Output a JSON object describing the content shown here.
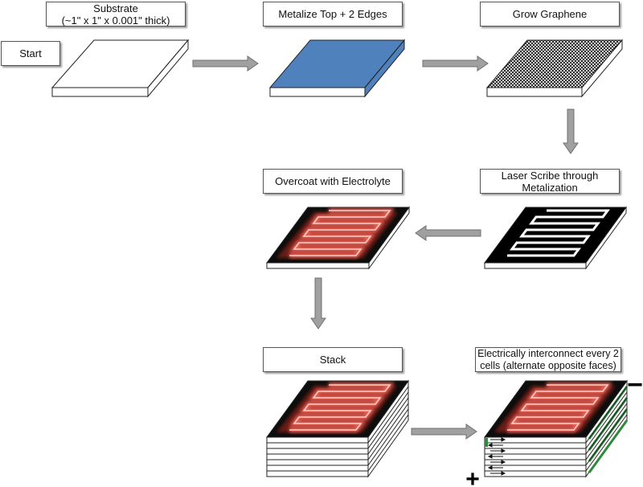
{
  "steps": {
    "start": "Start",
    "substrate_line1": "Substrate",
    "substrate_line2": "(~1\" x 1\" x 0.001\" thick)",
    "metalize": "Metalize Top + 2 Edges",
    "grow": "Grow Graphene",
    "laser_line1": "Laser Scribe through",
    "laser_line2": "Metalization",
    "overcoat": "Overcoat with Electrolyte",
    "stack": "Stack",
    "interconnect_line1": "Electrically interconnect every 2",
    "interconnect_line2": "cells (alternate opposite faces)"
  },
  "terminals": {
    "negative": "−",
    "positive": "+"
  },
  "colors": {
    "metal_blue": "#4f81bd",
    "electrolyte_red": "#c0392b",
    "glow": "#ff8a80",
    "connector_green": "#2e8b3c",
    "arrow_gray": "#9e9e9e"
  },
  "icons": [
    "right-arrow-icon",
    "down-arrow-icon",
    "left-arrow-icon"
  ]
}
